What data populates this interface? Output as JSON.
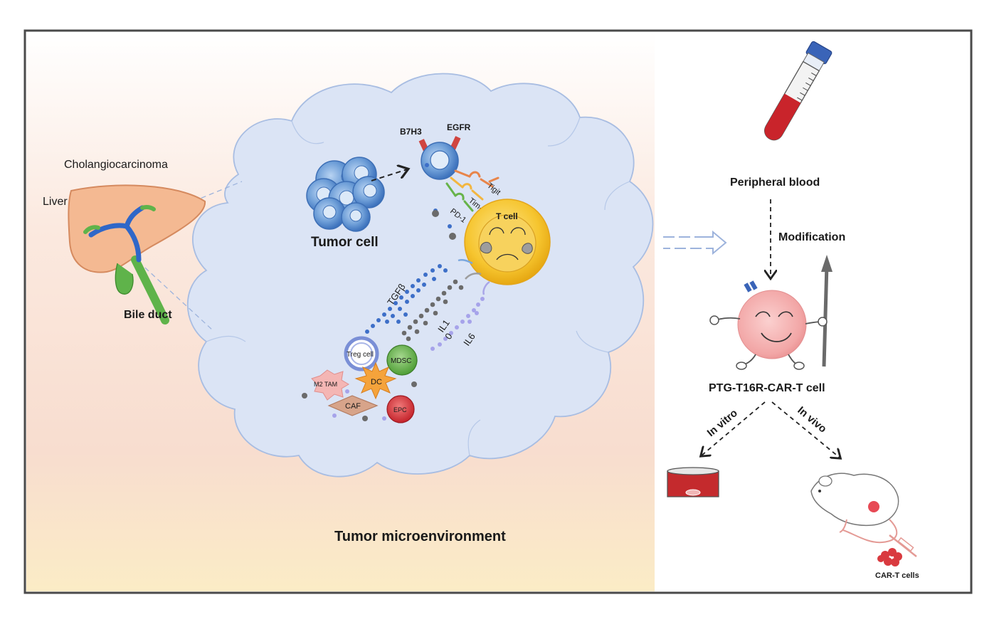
{
  "left_panel": {
    "organ_title": "Cholangiocarcinoma",
    "liver_label": "Liver",
    "bile_duct_label": "Bile duct",
    "tme_title": "Tumor microenvironment"
  },
  "tme": {
    "tumor_cell_label": "Tumor cell",
    "b7h3_label": "B7H3",
    "egfr_label": "EGFR",
    "t_cell_label": "T cell",
    "tigit_label": "Tigit",
    "tim3_label": "Tim-3",
    "pd1_label": "PD-1",
    "tgfb_label": "TGFβ",
    "il1_label": "IL1",
    "il10_label": "0",
    "il6_label": "IL6",
    "treg_label": "Treg cell",
    "mdsc_label": "MDSC",
    "m2tam_label": "M2 TAM",
    "dc_label": "DC",
    "caf_label": "CAF",
    "epc_label": "EPC"
  },
  "right_panel": {
    "blood_label": "Peripheral blood",
    "modification_label": "Modification",
    "car_t_label": "PTG-T16R-CAR-T cell",
    "in_vitro_label": "In vitro",
    "in_vivo_label": "In vivo",
    "car_t_cells_label": "CAR-T cells"
  },
  "colors": {
    "cloud": "#dde6f5",
    "cloud_stroke": "#a9bfe3",
    "tumor_blue": "#5d8fcf",
    "t_cell_yellow": "#f5c02e",
    "liver": "#f4b992",
    "duct_blue": "#2f67c8",
    "gallbladder_green": "#5fb34a",
    "car_t_pink": "#f3a7a9"
  }
}
